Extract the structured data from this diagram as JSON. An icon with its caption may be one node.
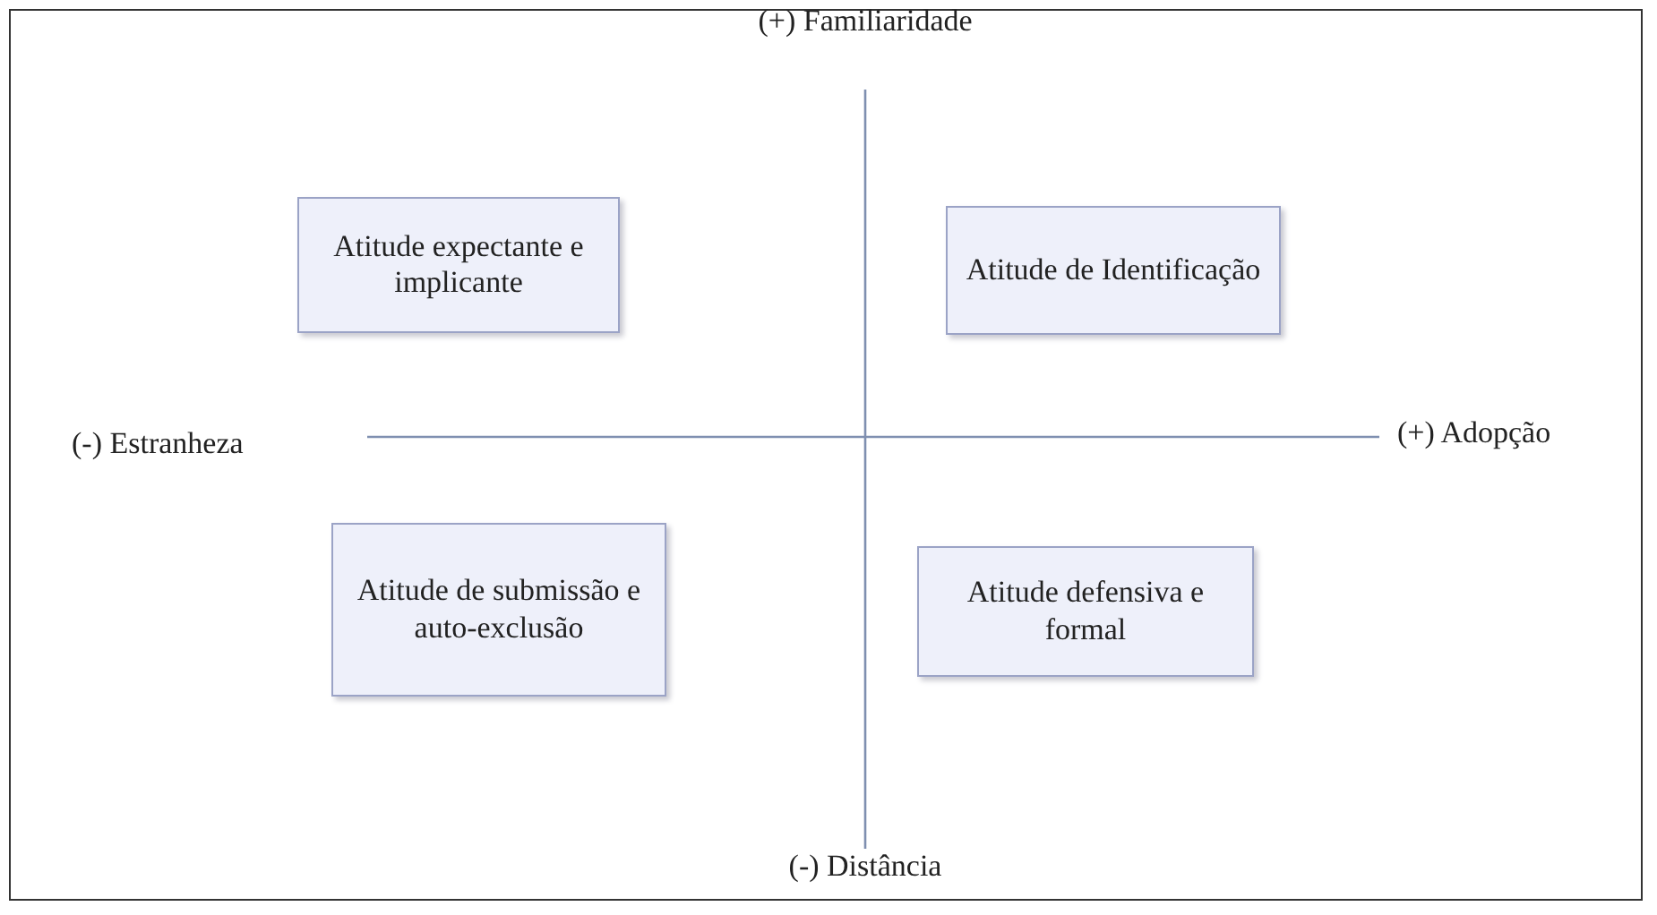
{
  "diagram": {
    "nodes": [
      {
        "text": [
          "Atitude expectante e implicante"
        ]
      },
      {
        "text": [
          "Atitude de Identificação"
        ]
      },
      {
        "text": [
          "Atitude de submissão e auto-exclusão"
        ]
      },
      {
        "text": [
          "Atitude defensiva e formal"
        ]
      }
    ],
    "labels": [
      "(+) Familiaridade",
      "(-) Estranheza",
      "(+) Adopção",
      "(-) Distância"
    ]
  }
}
